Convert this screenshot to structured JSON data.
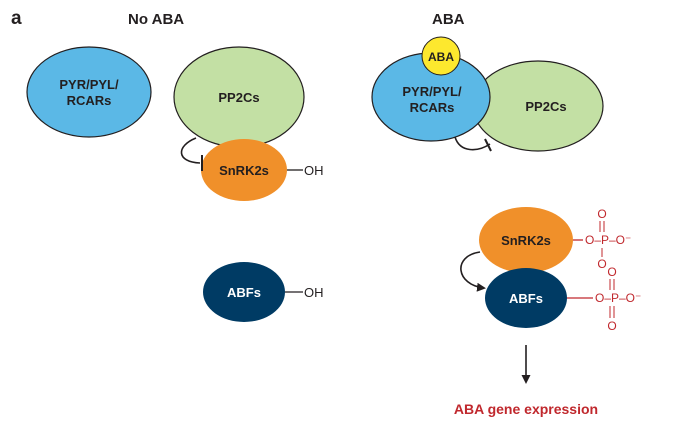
{
  "panel": {
    "letter": "a",
    "left_title": "No ABA",
    "right_title": "ABA"
  },
  "nodes": {
    "receptor_line1": "PYR/PYL/",
    "receptor_line2": "RCARs",
    "pp2c": "PP2Cs",
    "snrk2": "SnRK2s",
    "abf": "ABFs",
    "aba": "ABA",
    "oh": "OH",
    "phospho_o": "O",
    "phospho_group": "O–P–O⁻"
  },
  "output": {
    "expression": "ABA gene expression"
  },
  "colors": {
    "receptor": "#5bb8e6",
    "pp2c": "#c3e0a4",
    "snrk2": "#f0902a",
    "abf": "#003b64",
    "aba": "#fde82e",
    "phospho": "#c0282d",
    "outline": "#231f20"
  }
}
